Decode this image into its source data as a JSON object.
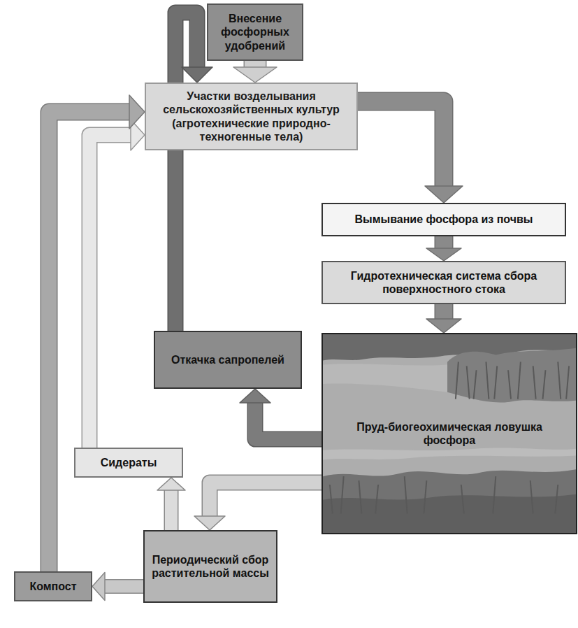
{
  "diagram": {
    "nodes": [
      {
        "text": [
          "Внесение фосфорных удобрений"
        ]
      },
      {
        "text": [
          "Участки возделывания сельскохозяйственных культур (агротехнические природно-техногенные тела)"
        ]
      },
      {
        "text": [
          "Вымывание фосфора из почвы"
        ]
      },
      {
        "text": [
          "Гидротехническая система сбора поверхностного стока"
        ]
      },
      {
        "text": [
          "Пруд-биогеохимическая ловушка фосфора"
        ]
      },
      {
        "text": [
          "Откачка сапропелей"
        ]
      },
      {
        "text": [
          "Сидераты"
        ]
      },
      {
        "text": [
          "Периодический сбор растительной массы"
        ]
      },
      {
        "text": [
          "Компост"
        ]
      }
    ],
    "edges": [
      {
        "from": 0,
        "to": 1,
        "arrow": "to"
      },
      {
        "from": 1,
        "to": 2,
        "arrow": "to"
      },
      {
        "from": 2,
        "to": 3,
        "arrow": "to"
      },
      {
        "from": 3,
        "to": 4,
        "arrow": "to"
      },
      {
        "from": 4,
        "to": 5,
        "arrow": "to"
      },
      {
        "from": 5,
        "to": 1,
        "arrow": "to"
      },
      {
        "from": 4,
        "to": 7,
        "arrow": "to"
      },
      {
        "from": 7,
        "to": 6,
        "arrow": "to"
      },
      {
        "from": 6,
        "to": 1,
        "arrow": "to"
      },
      {
        "from": 7,
        "to": 8,
        "arrow": "to"
      },
      {
        "from": 8,
        "to": 1,
        "arrow": "to"
      }
    ]
  }
}
